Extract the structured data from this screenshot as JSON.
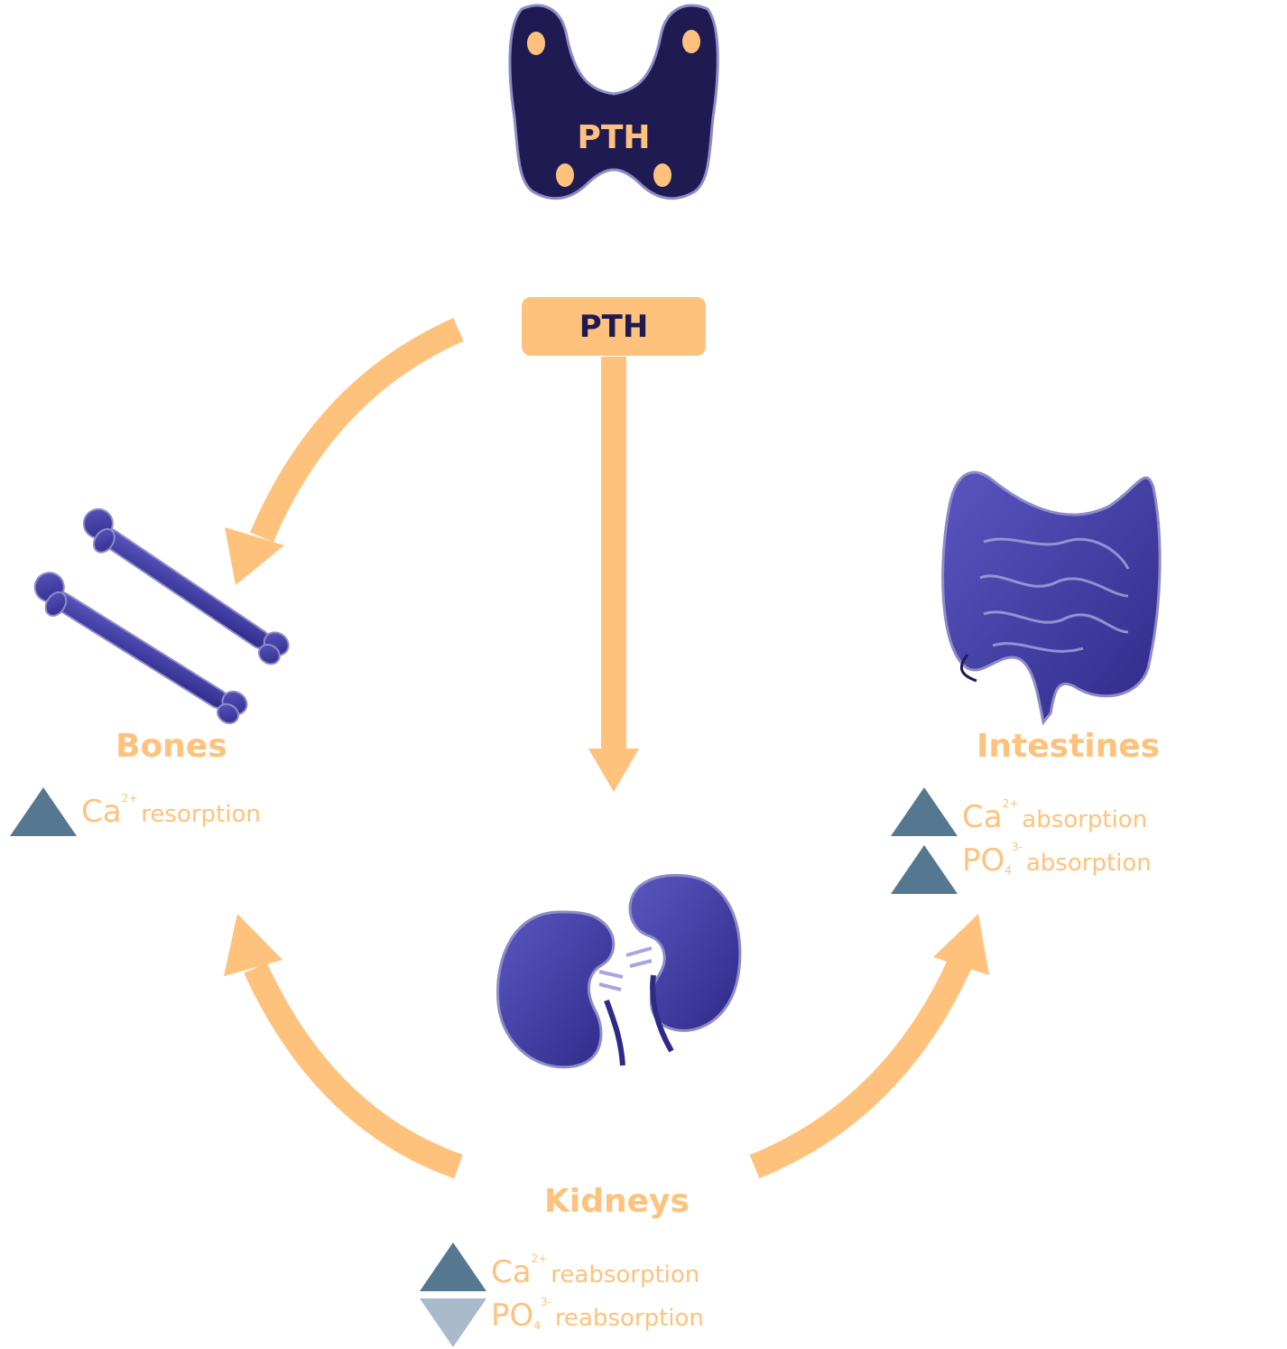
{
  "gland": {
    "label": "PTH"
  },
  "hormone_box": {
    "label": "PTH"
  },
  "organs": {
    "bones": {
      "label": "Bones",
      "effects": [
        {
          "direction": "up",
          "ion": "Ca",
          "superscript": "2+",
          "subscript": "",
          "process": "resorption"
        }
      ]
    },
    "intestines": {
      "label": "Intestines",
      "effects": [
        {
          "direction": "up",
          "ion": "Ca",
          "superscript": "2+",
          "subscript": "",
          "process": "absorption"
        },
        {
          "direction": "up",
          "ion": "PO",
          "superscript": "3-",
          "subscript": "4",
          "process": "absorption"
        }
      ]
    },
    "kidneys": {
      "label": "Kidneys",
      "effects": [
        {
          "direction": "up",
          "ion": "Ca",
          "superscript": "2+",
          "subscript": "",
          "process": "reabsorption"
        },
        {
          "direction": "down",
          "ion": "PO",
          "superscript": "3-",
          "subscript": "4",
          "process": "reabsorption"
        }
      ]
    }
  },
  "colors": {
    "accent": "#FFC27D",
    "gland": "#1F1B52",
    "organ": "#4A44A8",
    "increase": "#557890",
    "decrease": "#A9BBCA"
  },
  "icons": {
    "gland": "parathyroid-gland-icon",
    "bones": "bone-icon",
    "intestines": "intestines-icon",
    "kidneys": "kidney-icon"
  }
}
